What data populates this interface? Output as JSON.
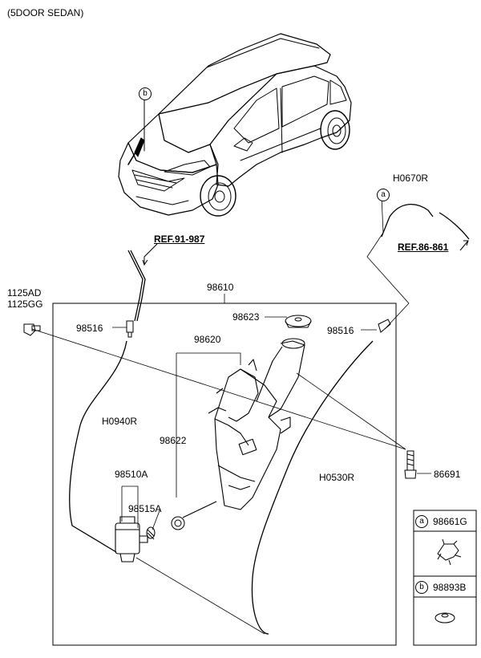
{
  "header": {
    "variant": "(5DOOR SEDAN)"
  },
  "references": {
    "ref_top": "REF.91-987",
    "ref_right": "REF.86-861"
  },
  "parts": {
    "p98610": "98610",
    "p98623": "98623",
    "p98620": "98620",
    "p98622": "98622",
    "p98516_left": "98516",
    "p98516_right": "98516",
    "p1125AD": "1125AD",
    "p1125GG": "1125GG",
    "pH0940R": "H0940R",
    "pH0530R": "H0530R",
    "pH0670R": "H0670R",
    "p98510A": "98510A",
    "p98515A": "98515A",
    "p86691": "86691"
  },
  "callouts": {
    "a": "a",
    "b": "b"
  },
  "legend": {
    "items": [
      {
        "marker": "a",
        "part": "98661G"
      },
      {
        "marker": "b",
        "part": "98893B"
      }
    ]
  }
}
